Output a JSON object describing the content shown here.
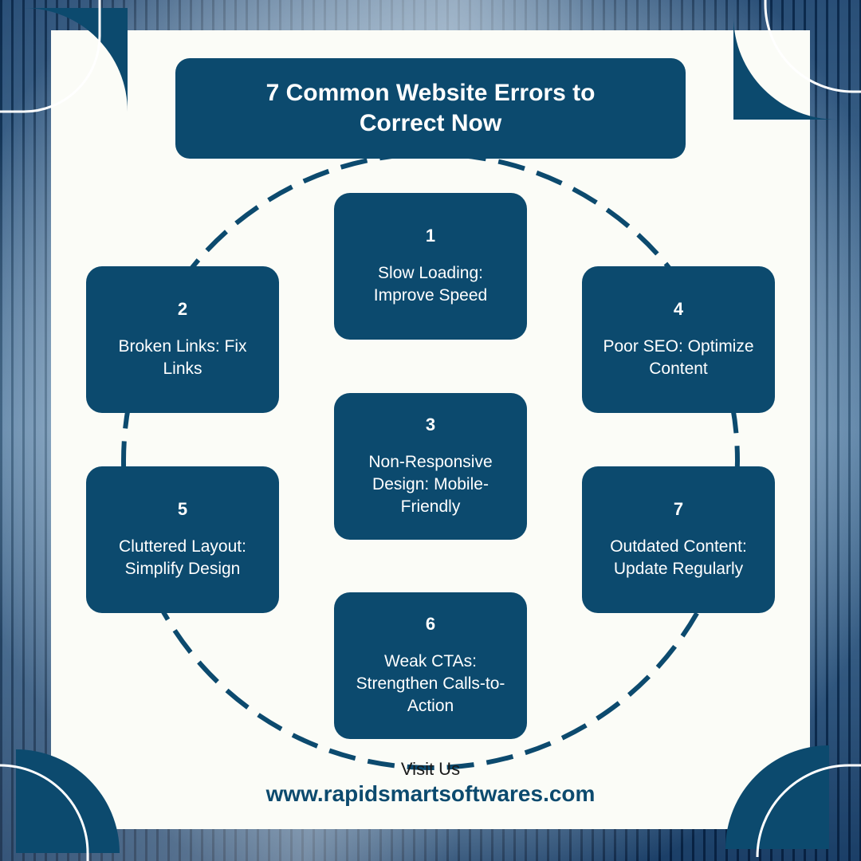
{
  "title": "7 Common Website Errors to Correct Now",
  "colors": {
    "primary": "#0c4a6e",
    "panel": "#fbfcf7",
    "footer_text": "#1a1a1a"
  },
  "steps": [
    {
      "number": "1",
      "text": "Slow Loading: Improve Speed"
    },
    {
      "number": "2",
      "text": "Broken Links: Fix Links"
    },
    {
      "number": "3",
      "text": "Non-Responsive Design: Mobile-Friendly"
    },
    {
      "number": "4",
      "text": "Poor SEO: Optimize Content"
    },
    {
      "number": "5",
      "text": "Cluttered Layout: Simplify Design"
    },
    {
      "number": "6",
      "text": "Weak CTAs: Strengthen Calls-to-Action"
    },
    {
      "number": "7",
      "text": "Outdated Content: Update Regularly"
    }
  ],
  "footer": {
    "visit_label": "Visit Us",
    "url": "www.rapidsmartsoftwares.com"
  }
}
